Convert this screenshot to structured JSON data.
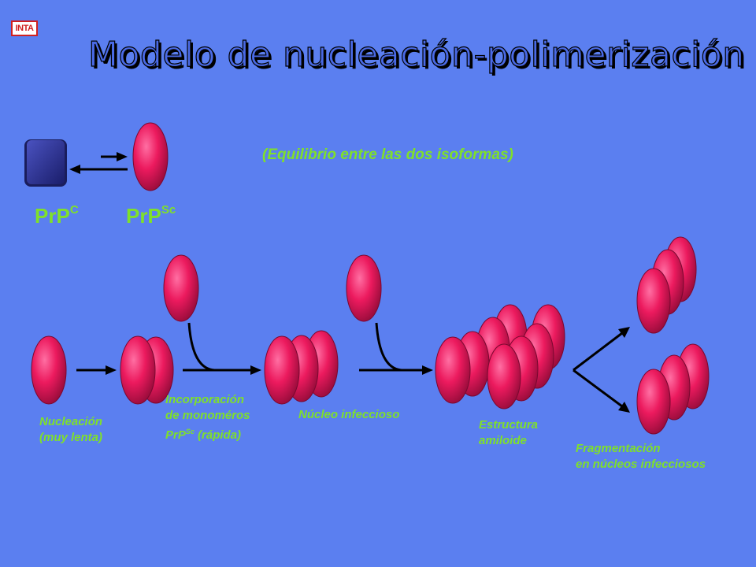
{
  "title": "Modelo de nucleación-polimerización",
  "logo": {
    "text": "INTA"
  },
  "equilibrium_caption": "(Equilibrio entre las dos isoformas)",
  "isoforms": {
    "prpc": {
      "base": "PrP",
      "sup": "C"
    },
    "prpsc": {
      "base": "PrP",
      "sup": "Sc"
    }
  },
  "captions": {
    "nucleation": [
      "Nucleación",
      "(muy lenta)"
    ],
    "incorporation": [
      "Incorporación",
      "de monoméros",
      "(rápida)"
    ],
    "incorporation_prp": {
      "base": "PrP",
      "sup": "Sc"
    },
    "infectious_nucleus": "Núcleo infeccioso",
    "amyloid": [
      "Estructura",
      "amiloide"
    ],
    "fragmentation": [
      "Fragmentación",
      "en núcleos infecciosos"
    ]
  },
  "colors": {
    "background": "#5b7ff0",
    "prpsc_fill": "#e8125a",
    "prpc_fill": "#2a2f8c",
    "caption": "#7fe02a"
  }
}
